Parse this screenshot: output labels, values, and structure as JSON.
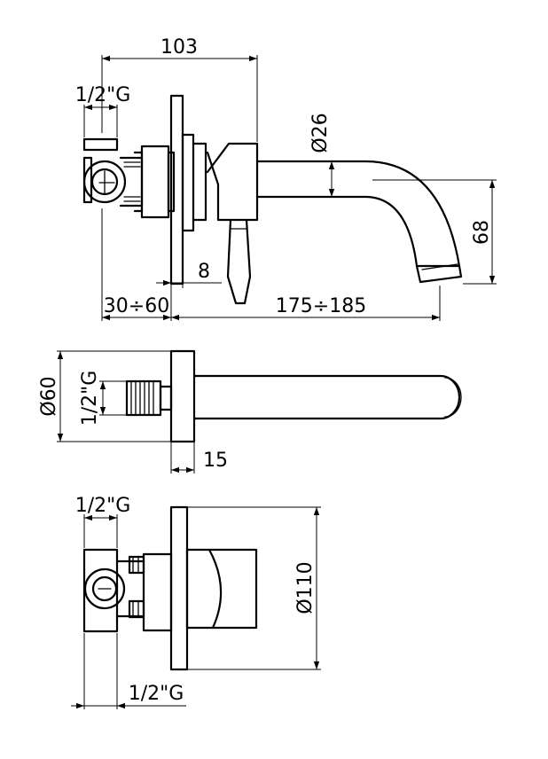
{
  "dimensions": {
    "top_view": {
      "overall_depth": "103",
      "inlet_thread": "1/2\"G",
      "spout_diameter": "Ø26",
      "spout_height": "68",
      "plate_thickness": "8",
      "wall_range": "30÷60",
      "spout_reach": "175÷185"
    },
    "side_view": {
      "plate_diameter": "Ø60",
      "inlet_thread": "1/2\"G",
      "plate_offset": "15"
    },
    "front_view": {
      "inlet_thread_top": "1/2\"G",
      "plate_diameter": "Ø110",
      "inlet_thread_bottom": "1/2\"G"
    }
  }
}
